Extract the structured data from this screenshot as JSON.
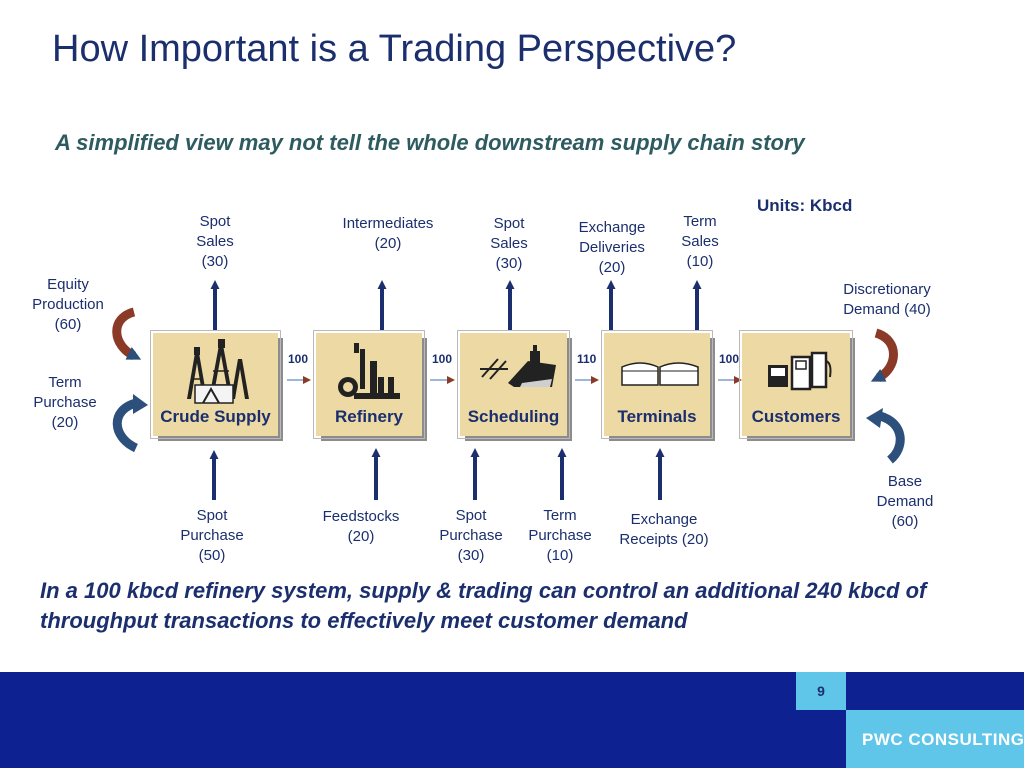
{
  "title": "How Important is a Trading Perspective?",
  "subtitle": "A simplified view may not tell the whole downstream supply chain story",
  "units": "Units: Kbcd",
  "boxes": {
    "crude_supply": "Crude Supply",
    "refinery": "Refinery",
    "scheduling": "Scheduling",
    "terminals": "Terminals",
    "customers": "Customers"
  },
  "flows": [
    "100",
    "100",
    "110",
    "100"
  ],
  "top_labels": {
    "spot_sales_1": "Spot\nSales\n(30)",
    "intermediates": "Intermediates\n(20)",
    "spot_sales_2": "Spot\nSales\n(30)",
    "exchange_deliveries": "Exchange\nDeliveries\n(20)",
    "term_sales": "Term\nSales\n(10)"
  },
  "bottom_labels": {
    "spot_purchase_1": "Spot\nPurchase\n(50)",
    "feedstocks": "Feedstocks\n(20)",
    "spot_purchase_2": "Spot\nPurchase\n(30)",
    "term_purchase_bottom": "Term\nPurchase\n(10)",
    "exchange_receipts": "Exchange\nReceipts (20)"
  },
  "side_labels": {
    "equity_production": "Equity\nProduction\n(60)",
    "term_purchase_left": "Term\nPurchase\n(20)",
    "discretionary_demand": "Discretionary\nDemand (40)",
    "base_demand": "Base\nDemand\n(60)"
  },
  "conclusion": "In a 100 kbcd refinery system, supply & trading can control an additional 240 kbcd of throughput transactions to effectively meet customer demand",
  "page_number": "9",
  "logo_text": "PWC CONSULTING",
  "colors": {
    "title": "#1b2f6e",
    "subtitle": "#2d5b5f",
    "box_fill": "#ecd9a4",
    "arrow": "#8b3a28",
    "curved_arrow": "#2d4f7c",
    "footer": "#0e2190",
    "footer_accent": "#5fc6ea"
  },
  "icons": [
    "oil-derrick-icon",
    "refinery-icon",
    "ship-icon",
    "storage-tank-icon",
    "gas-pump-icon",
    "curved-arrow-icon"
  ]
}
